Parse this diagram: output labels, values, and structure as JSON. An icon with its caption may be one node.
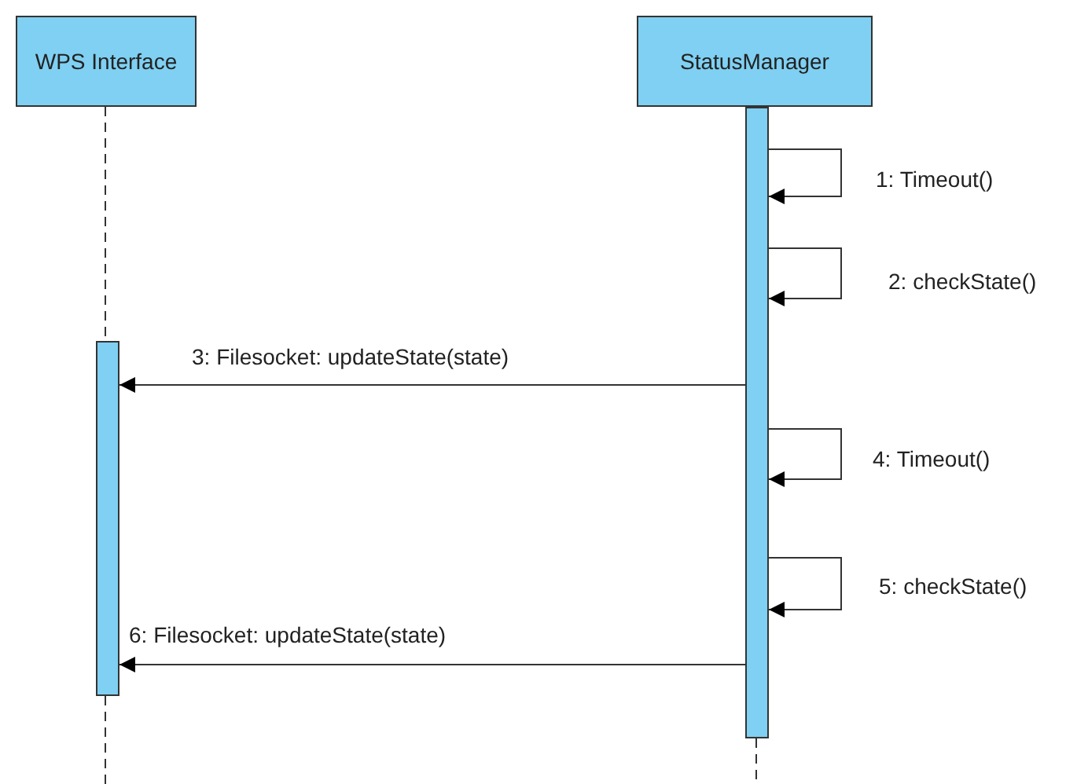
{
  "diagram": {
    "nodes": [
      {
        "text": [
          "WPS Interface"
        ]
      },
      {
        "text": [
          "StatusManager"
        ]
      },
      {
        "text": [],
        "shape": "bar"
      },
      {
        "text": [],
        "shape": "bar"
      }
    ],
    "edges": [
      {
        "from": 0,
        "to": 2,
        "arrow": "none",
        "style": "dashed"
      },
      {
        "from": 3,
        "to": 3,
        "arrow": "to",
        "label": "1: Timeout()"
      },
      {
        "from": 3,
        "to": 3,
        "arrow": "to",
        "label": "2: checkState()"
      },
      {
        "from": 3,
        "to": 2,
        "arrow": "to",
        "label": "3: Filesocket: updateState(state)"
      },
      {
        "from": 3,
        "to": 3,
        "arrow": "to",
        "label": "4: Timeout()"
      },
      {
        "from": 3,
        "to": 3,
        "arrow": "to",
        "label": "5: checkState()"
      },
      {
        "from": 3,
        "to": 2,
        "arrow": "to",
        "label": "6: Filesocket: updateState(state)"
      }
    ]
  }
}
